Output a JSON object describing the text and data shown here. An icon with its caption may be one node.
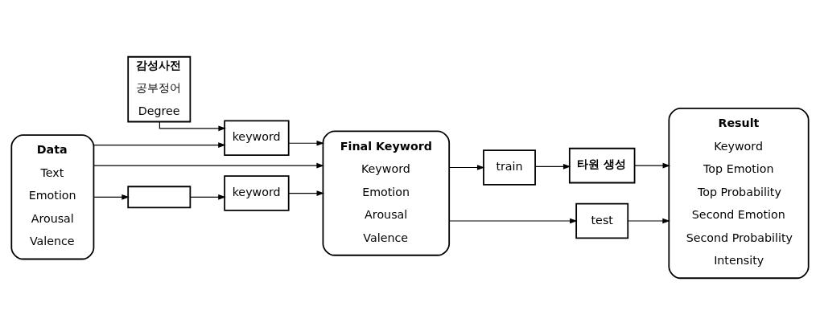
{
  "diagram": {
    "nodes": [
      {
        "text": [
          "감성사전",
          "공부정어",
          "Degree"
        ]
      },
      {
        "text": [
          "Data",
          "Text",
          "Emotion",
          "Arousal",
          "Valence"
        ]
      },
      {
        "text": [],
        "shape": "box"
      },
      {
        "text": [
          "keyword"
        ]
      },
      {
        "text": [
          "keyword"
        ]
      },
      {
        "text": [
          "Final Keyword",
          "Keyword",
          "Emotion",
          "Arousal",
          "Valence"
        ]
      },
      {
        "text": [
          "train"
        ]
      },
      {
        "text": [
          "타원 생성"
        ]
      },
      {
        "text": [
          "test"
        ]
      },
      {
        "text": [
          "Result",
          "Keyword",
          "Top Emotion",
          "Top Probability",
          "Second Emotion",
          "Second Probability",
          "Intensity"
        ]
      }
    ],
    "edges": [
      {
        "from": 1,
        "to": 3,
        "arrow": "to"
      },
      {
        "from": 0,
        "to": 3,
        "arrow": "to"
      },
      {
        "from": 1,
        "to": 2,
        "arrow": "to"
      },
      {
        "from": 2,
        "to": 4,
        "arrow": "to"
      },
      {
        "from": 1,
        "to": 5,
        "arrow": "to"
      },
      {
        "from": 3,
        "to": 5,
        "arrow": "to"
      },
      {
        "from": 4,
        "to": 5,
        "arrow": "to"
      },
      {
        "from": 5,
        "to": 6,
        "arrow": "to"
      },
      {
        "from": 5,
        "to": 8,
        "arrow": "to"
      },
      {
        "from": 6,
        "to": 7,
        "arrow": "to"
      },
      {
        "from": 7,
        "to": 9,
        "arrow": "to"
      },
      {
        "from": 8,
        "to": 9,
        "arrow": "to"
      }
    ]
  }
}
